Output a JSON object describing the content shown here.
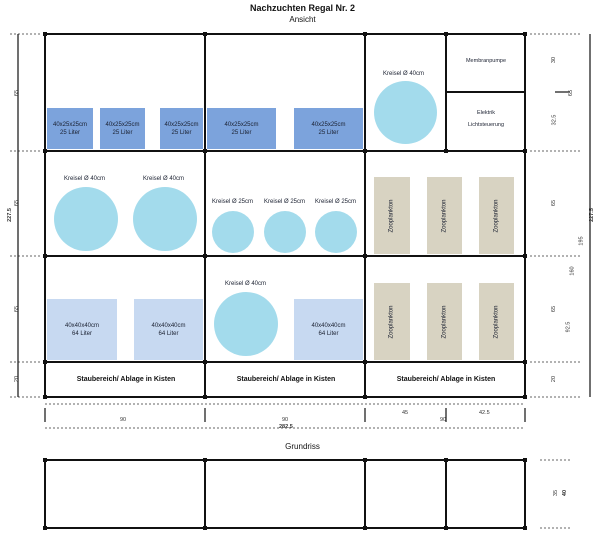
{
  "title": "Nachzuchten Regal Nr. 2",
  "subtitle": "Ansicht",
  "grundriss_label": "Grundriss",
  "row1": {
    "tanks": [
      {
        "size": "40x25x25cm",
        "volume": "25 Liter"
      },
      {
        "size": "40x25x25cm",
        "volume": "25 Liter"
      },
      {
        "size": "40x25x25cm",
        "volume": "25 Liter"
      },
      {
        "size": "40x25x25cm",
        "volume": "25 Liter"
      },
      {
        "size": "40x25x25cm",
        "volume": "25 Liter"
      }
    ],
    "kreisel": "Kreisel Ø 40cm",
    "membranpumpe": "Membranpumpe",
    "elektrik_line1": "Elektrik",
    "elektrik_line2": "Lichtsteuerung"
  },
  "row2": {
    "kreisel_large": [
      "Kreisel Ø 40cm",
      "Kreisel Ø 40cm"
    ],
    "kreisel_small": [
      "Kreisel Ø 25cm",
      "Kreisel Ø 25cm",
      "Kreisel Ø 25cm"
    ],
    "zoo": [
      "Zooplankton",
      "Zooplankton",
      "Zooplankton"
    ]
  },
  "row3": {
    "tanks": [
      {
        "size": "40x40x40cm",
        "volume": "64 Liter"
      },
      {
        "size": "40x40x40cm",
        "volume": "64 Liter"
      },
      {
        "size": "40x40x40cm",
        "volume": "64 Liter"
      }
    ],
    "kreisel": "Kreisel Ø 40cm",
    "zoo": [
      "Zooplankton",
      "Zooplankton",
      "Zooplankton"
    ]
  },
  "storage": [
    "Staubereich/ Ablage in Kisten",
    "Staubereich/ Ablage in Kisten",
    "Staubereich/ Ablage in Kisten"
  ],
  "dims": {
    "left_65a": "65",
    "left_65b": "65",
    "left_65c": "65",
    "left_20": "20",
    "left_total": "227.5",
    "right_30": "30",
    "right_32_5": "32.5",
    "right_65_top": "65",
    "right_65_mid": "65",
    "right_92_5": "92.5",
    "right_65_bot": "65",
    "right_20": "20",
    "right_160": "160",
    "right_195": "195",
    "right_total": "227.5",
    "bottom_90a": "90",
    "bottom_90b": "90",
    "bottom_90c": "90",
    "bottom_45": "45",
    "bottom_42_5": "42.5",
    "bottom_total": "282.5",
    "plan_35": "35",
    "plan_40": "40"
  },
  "colors": {
    "tank_small": "#7ca3dc",
    "tank_large": "#c7d9f1",
    "kreisel": "#a3dbec",
    "zooplankton": "#d8d3c2"
  }
}
